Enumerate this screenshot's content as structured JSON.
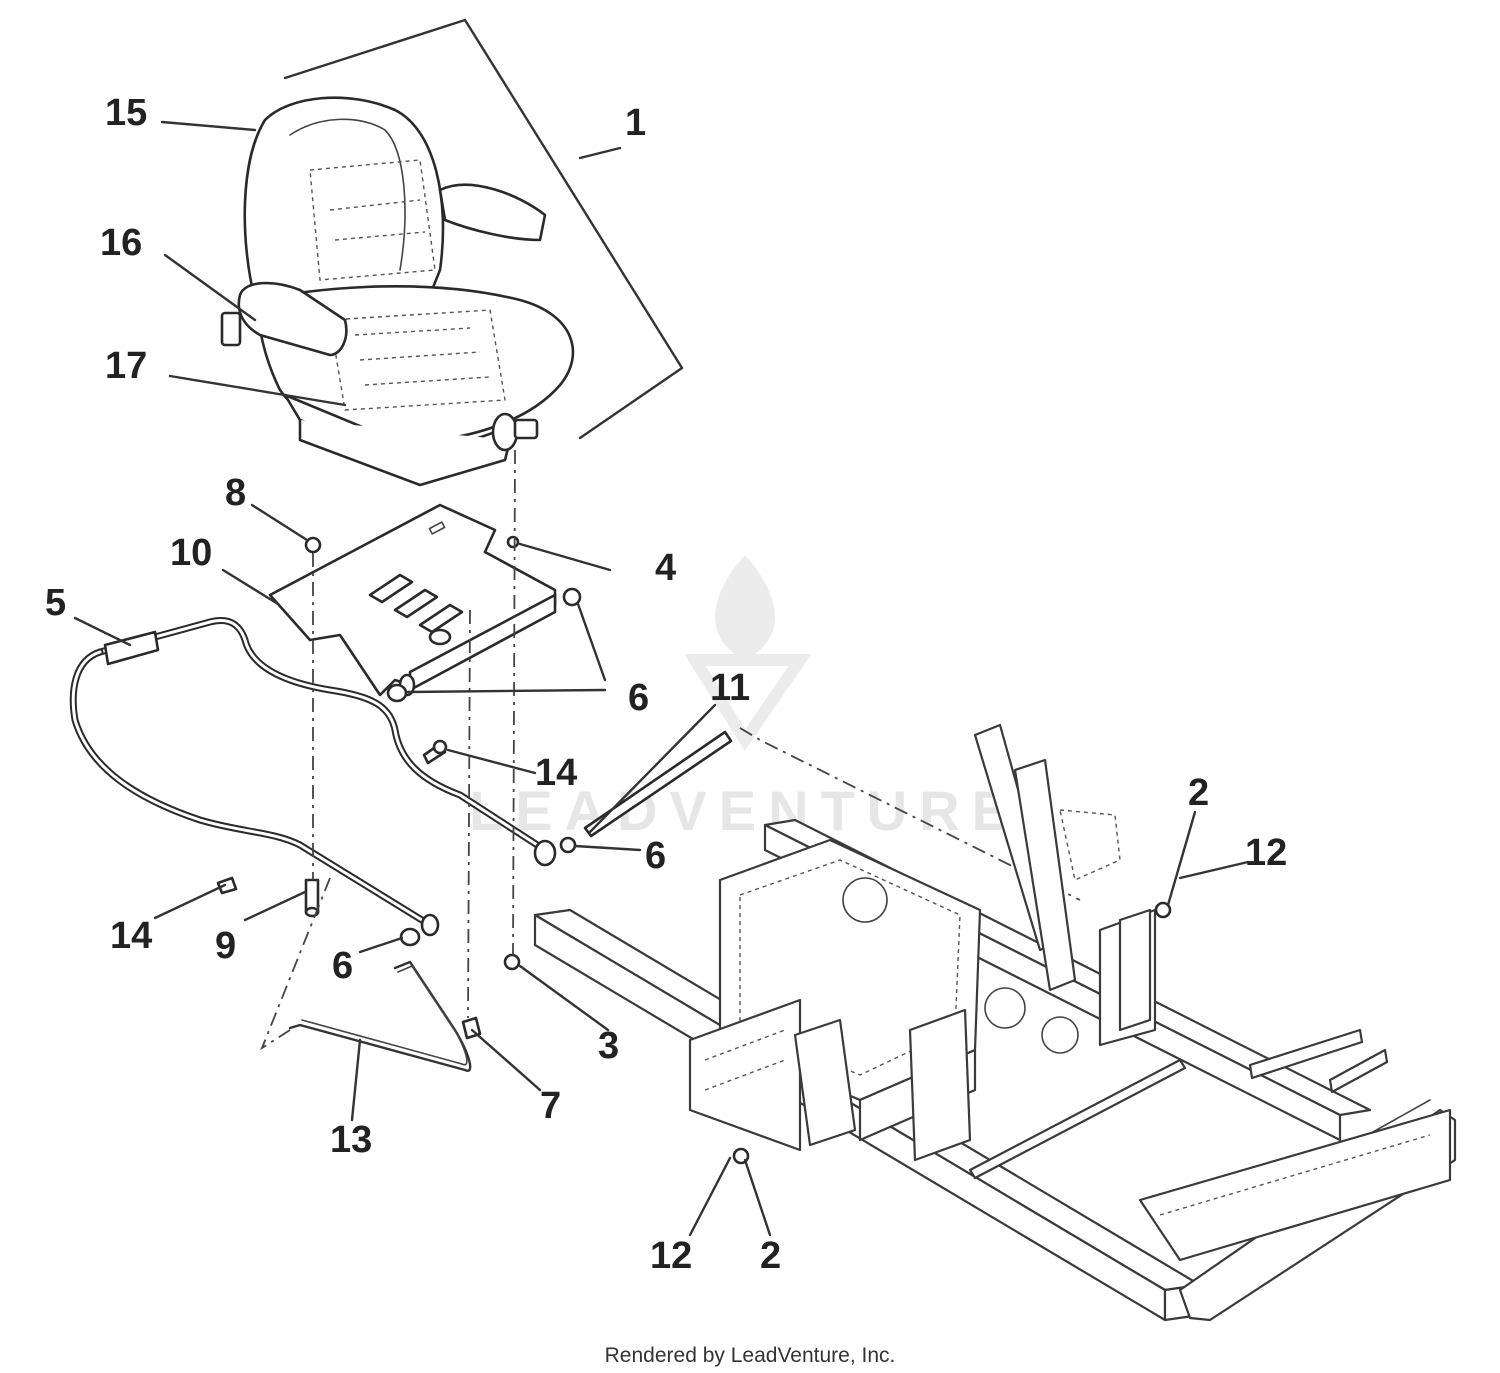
{
  "diagram": {
    "callouts": [
      {
        "id": "c1",
        "label": "1"
      },
      {
        "id": "c2a",
        "label": "2"
      },
      {
        "id": "c2b",
        "label": "2"
      },
      {
        "id": "c3",
        "label": "3"
      },
      {
        "id": "c4",
        "label": "4"
      },
      {
        "id": "c5",
        "label": "5"
      },
      {
        "id": "c6a",
        "label": "6"
      },
      {
        "id": "c6b",
        "label": "6"
      },
      {
        "id": "c6c",
        "label": "6"
      },
      {
        "id": "c7",
        "label": "7"
      },
      {
        "id": "c8",
        "label": "8"
      },
      {
        "id": "c9",
        "label": "9"
      },
      {
        "id": "c10",
        "label": "10"
      },
      {
        "id": "c11",
        "label": "11"
      },
      {
        "id": "c12a",
        "label": "12"
      },
      {
        "id": "c12b",
        "label": "12"
      },
      {
        "id": "c13",
        "label": "13"
      },
      {
        "id": "c14a",
        "label": "14"
      },
      {
        "id": "c14b",
        "label": "14"
      },
      {
        "id": "c15",
        "label": "15"
      },
      {
        "id": "c16",
        "label": "16"
      },
      {
        "id": "c17",
        "label": "17"
      }
    ],
    "watermark": "LEADVENTURE",
    "footer": "Rendered by LeadVenture, Inc."
  }
}
